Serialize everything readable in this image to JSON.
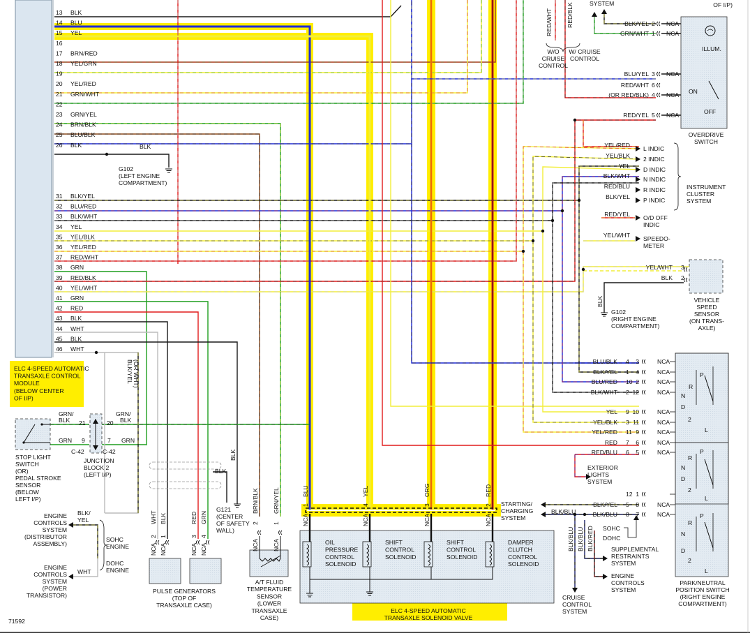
{
  "figure_id": "71592",
  "colors": {
    "BLK": "#1a1a1a",
    "BLU": "#1f2bd6",
    "YEL": "#f2ee3a",
    "BRN": "#8b4a1c",
    "GRN": "#1e9e1e",
    "RED": "#e01b1b",
    "WHT": "#bbbbbb",
    "ORG": "#f5a000",
    "highlight": "#ffee00",
    "module_fill": "#dbe6f0",
    "box_fill": "#e3ebf2"
  },
  "ecm_module": {
    "label_lines": [
      "ELC 4-SPEED AUTOMATIC",
      "TRANSAXLE CONTROL",
      "MODULE",
      "(BELOW CENTER",
      "OF I/P)"
    ]
  },
  "pins": [
    {
      "n": "13",
      "w": "BLK"
    },
    {
      "n": "14",
      "w": "BLU"
    },
    {
      "n": "15",
      "w": "YEL"
    },
    {
      "n": "16",
      "w": ""
    },
    {
      "n": "17",
      "w": "BRN/RED"
    },
    {
      "n": "18",
      "w": "YEL/GRN"
    },
    {
      "n": "19",
      "w": ""
    },
    {
      "n": "20",
      "w": "YEL/RED"
    },
    {
      "n": "21",
      "w": "GRN/WHT"
    },
    {
      "n": "22",
      "w": ""
    },
    {
      "n": "23",
      "w": "GRN/YEL"
    },
    {
      "n": "24",
      "w": "BRN/BLK"
    },
    {
      "n": "25",
      "w": "BLU/BLK"
    },
    {
      "n": "26",
      "w": "BLK"
    },
    {
      "n": "31",
      "w": "BLK/YEL"
    },
    {
      "n": "32",
      "w": "BLU/RED"
    },
    {
      "n": "33",
      "w": "BLK/WHT"
    },
    {
      "n": "34",
      "w": "YEL"
    },
    {
      "n": "35",
      "w": "YEL/BLK"
    },
    {
      "n": "36",
      "w": "YEL/RED"
    },
    {
      "n": "37",
      "w": "RED/WHT"
    },
    {
      "n": "38",
      "w": "GRN"
    },
    {
      "n": "39",
      "w": "RED/BLK"
    },
    {
      "n": "40",
      "w": "YEL/WHT"
    },
    {
      "n": "41",
      "w": "GRN"
    },
    {
      "n": "42",
      "w": "RED"
    },
    {
      "n": "43",
      "w": "BLK"
    },
    {
      "n": "44",
      "w": "WHT"
    },
    {
      "n": "45",
      "w": "BLK"
    },
    {
      "n": "46",
      "w": "WHT"
    }
  ],
  "ground_g102_left": {
    "wire": "BLK",
    "label_lines": [
      "G102",
      "(LEFT ENGINE",
      "COMPARTMENT)"
    ]
  },
  "cruise_top": {
    "wire_a": "RED/WHT",
    "wire_b": "RED/BLK",
    "wo_lines": [
      "W/O",
      "CRUISE",
      "CONTROL"
    ],
    "w_lines": [
      "W/ CRUISE",
      "CONTROL"
    ],
    "system_label": "SYSTEM",
    "top_right_label": "OF I/P)"
  },
  "overdrive_switch": {
    "rows": [
      {
        "wire": "BLK/YEL",
        "pin": "2",
        "nca": "NCA"
      },
      {
        "wire": "GRN/WHT",
        "pin": "1",
        "nca": "NCA"
      },
      {
        "wire": "BLU/YEL",
        "pin": "3",
        "nca": "NCA"
      },
      {
        "wire": "RED/WHT",
        "pin": "6",
        "nca": ""
      },
      {
        "wire": "(OR RED/BLK)",
        "pin": "4",
        "nca": "NCA"
      },
      {
        "wire": "RED/YEL",
        "pin": "5",
        "nca": "NCA"
      }
    ],
    "illum": "ILLUM.",
    "on": "ON",
    "off": "OFF",
    "label_lines": [
      "OVERDRIVE",
      "SWITCH"
    ]
  },
  "instrument_cluster": {
    "rows": [
      {
        "wire": "YEL/RED",
        "indic": "L INDIC"
      },
      {
        "wire": "YEL/BLK",
        "indic": "2 INDIC"
      },
      {
        "wire": "YEL",
        "indic": "D INDIC"
      },
      {
        "wire": "BLK/WHT",
        "indic": "N INDIC"
      },
      {
        "wire": "RED/BLU",
        "indic": "R INDIC"
      },
      {
        "wire": "BLK/YEL",
        "indic": "P INDIC"
      },
      {
        "wire": "RED/YEL",
        "indic": "O/D OFF"
      },
      {
        "wire": "YEL/WHT",
        "indic": "SPEEDO-"
      }
    ],
    "odoff_second_line": "INDIC",
    "speedo_second_line": "METER",
    "label_lines": [
      "INSTRUMENT",
      "CLUSTER",
      "SYSTEM"
    ]
  },
  "vehicle_speed_sensor": {
    "rows": [
      {
        "wire": "YEL/WHT",
        "pin": "3"
      },
      {
        "wire": "BLK",
        "pin": "2"
      }
    ],
    "label_lines": [
      "VEHICLE",
      "SPEED",
      "SENSOR",
      "(ON TRANS-",
      "AXLE)"
    ]
  },
  "ground_g102_right": {
    "wire": "BLK",
    "label_lines": [
      "G102",
      "(RIGHT ENGINE",
      "COMPARTMENT)"
    ]
  },
  "pnp_switch": {
    "rows": [
      {
        "wire": "BLU/BLK",
        "a": "4",
        "b": "3",
        "nca": "NCA"
      },
      {
        "wire": "BLK/YEL",
        "a": "1",
        "b": "4",
        "nca": "NCA"
      },
      {
        "wire": "BLU/RED",
        "a": "10",
        "b": "2",
        "nca": "NCA"
      },
      {
        "wire": "BLK/WHT",
        "a": "2",
        "b": "12",
        "nca": "NCA"
      },
      {
        "wire": "YEL",
        "a": "9",
        "b": "10",
        "nca": "NCA"
      },
      {
        "wire": "YEL/BLK",
        "a": "3",
        "b": "11",
        "nca": "NCA"
      },
      {
        "wire": "YEL/RED",
        "a": "11",
        "b": "9",
        "nca": "NCA"
      },
      {
        "wire": "RED",
        "a": "7",
        "b": "6",
        "nca": "NCA"
      },
      {
        "wire": "RED/BLU",
        "a": "6",
        "b": "5",
        "nca": "NCA"
      },
      {
        "wire": "",
        "a": "12",
        "b": "1",
        "nca": ""
      },
      {
        "wire": "BLK/YEL",
        "a": "5",
        "b": "8",
        "nca": "NCA"
      },
      {
        "wire": "BLK/BLU",
        "a": "8",
        "b": "7",
        "nca": "NCA"
      }
    ],
    "positions": [
      "P",
      "R",
      "N",
      "D",
      "2",
      "L"
    ],
    "label_lines": [
      "PARK/NEUTRAL",
      "POSITION SWITCH",
      "(RIGHT ENGINE",
      "COMPARTMENT)"
    ]
  },
  "exterior_lights": {
    "label_lines": [
      "EXTERIOR",
      "LIGHTS",
      "SYSTEM"
    ]
  },
  "starting_charging": {
    "label_lines": [
      "STARTING/",
      "CHARGING",
      "SYSTEM"
    ],
    "wire": "BLK/BLU"
  },
  "sohc": "SOHC",
  "dohc": "DOHC",
  "supplemental": {
    "label_lines": [
      "SUPPLEMENTAL",
      "RESTRAINTS",
      "SYSTEM"
    ]
  },
  "engine_controls_r": {
    "label_lines": [
      "ENGINE",
      "CONTROLS",
      "SYSTEM"
    ]
  },
  "cruise_bottom": {
    "label_lines": [
      "CRUISE",
      "CONTROL",
      "SYSTEM"
    ],
    "wires": [
      "BLK/BLU",
      "BLK/BLU",
      "BLK/RED"
    ]
  },
  "solenoid_valve": {
    "wires": [
      "BLU",
      "YEL",
      "ORG",
      "RED"
    ],
    "pins": [
      "1",
      "4",
      "3",
      "2"
    ],
    "nca": "NCA",
    "solenoids": [
      [
        "OIL",
        "PRESSURE",
        "CONTROL",
        "SOLENOID"
      ],
      [
        "SHIFT",
        "CONTROL",
        "SOLENOID"
      ],
      [
        "SHIFT",
        "CONTROL",
        "SOLENOID"
      ],
      [
        "DAMPER",
        "CLUTCH",
        "CONTROL",
        "SOLENOID"
      ]
    ],
    "label_lines": [
      "ELC 4-SPEED AUTOMATIC",
      "TRANSAXLE SOLENOID VALVE"
    ]
  },
  "fluid_temp_sensor": {
    "wires": [
      "BRN/BLK",
      "GRN/YEL"
    ],
    "pins": [
      "2",
      "1"
    ],
    "nca": "NCA",
    "label_lines": [
      "A/T FLUID",
      "TEMPERATURE",
      "SENSOR",
      "(LOWER",
      "TRANSAXLE",
      "CASE)"
    ]
  },
  "g121": {
    "wire": "BLK",
    "label_lines": [
      "G121",
      "(CENTER",
      "OF SAFETY",
      "WALL)"
    ],
    "blk_vertical": "BLK"
  },
  "pulse_generators": {
    "wires": [
      "WHT",
      "BLK",
      "RED",
      "GRN"
    ],
    "pins": [
      "2",
      "1",
      "3",
      "4"
    ],
    "nca": "NCA",
    "label_lines": [
      "PULSE GENERATORS",
      "(TOP OF",
      "TRANSAXLE CASE)"
    ]
  },
  "stop_light": {
    "label_lines": [
      "STOP LIGHT",
      "SWITCH",
      "(OR)",
      "PEDAL STROKE",
      "SENSOR",
      "(BELOW",
      "LEFT I/P)"
    ],
    "wires_left": [
      "GRN/",
      "BLK",
      "GRN"
    ],
    "pins_left": [
      "21",
      "9"
    ],
    "c_left": "C-42",
    "wires_right": [
      "GRN/",
      "BLK",
      "GRN"
    ],
    "pins_right": [
      "20",
      "7"
    ],
    "c_right": "C-42"
  },
  "junction_block": {
    "label_lines": [
      "JUNCTION",
      "BLOCK 2",
      "(LEFT I/P)"
    ]
  },
  "blk_yel_vertical": [
    "BLK/YEL",
    "(OR WHT)"
  ],
  "engine_controls_l1": {
    "label_lines": [
      "ENGINE",
      "CONTROLS",
      "SYSTEM",
      "(DISTRIBUTOR",
      "ASSEMBLY)"
    ],
    "wire_lines": [
      "BLK/",
      "YEL"
    ]
  },
  "engine_controls_l2": {
    "label_lines": [
      "ENGINE",
      "CONTROLS",
      "SYSTEM",
      "(POWER",
      "TRANSISTOR)"
    ],
    "wire": "WHT"
  },
  "sohc_engine": [
    "SOHC",
    "ENGINE"
  ],
  "dohc_engine": [
    "DOHC",
    "ENGINE"
  ]
}
